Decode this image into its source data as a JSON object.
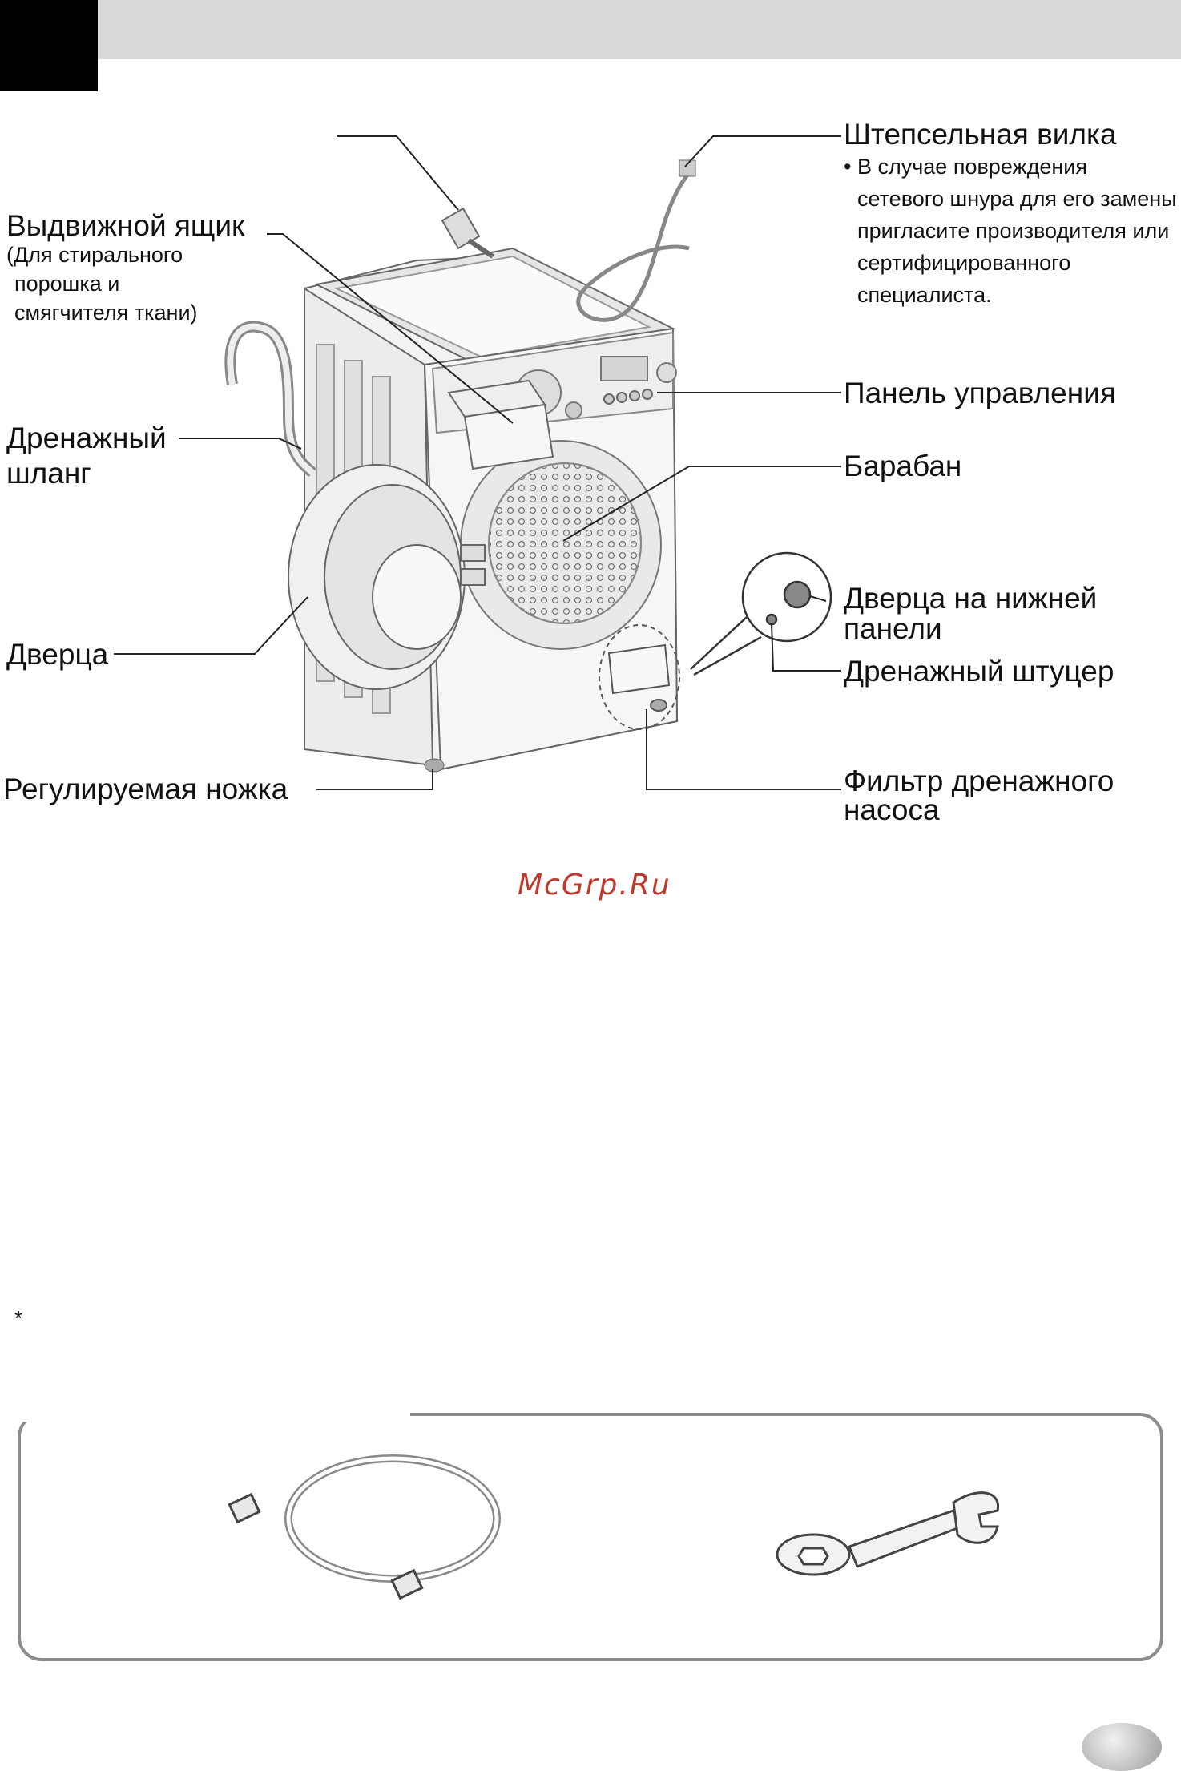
{
  "labels": {
    "plug_title": "Штепсельная вилка",
    "plug_note_1": "• В случае повреждения",
    "plug_note_2": "сетевого шнура для его замены",
    "plug_note_3": "пригласите производителя или",
    "plug_note_4": "сертифицированного",
    "plug_note_5": "специалиста.",
    "drawer_title": "Выдвижной ящик",
    "drawer_note_1": "(Для стирального",
    "drawer_note_2": "порошка и",
    "drawer_note_3": "смягчителя ткани)",
    "control_panel": "Панель управления",
    "drum": "Барабан",
    "drain_hose_1": "Дренажный",
    "drain_hose_2": "шланг",
    "door": "Дверца",
    "lower_panel_1": "Дверца на нижней",
    "lower_panel_2": "панели",
    "drain_nipple": "Дренажный штуцер",
    "leg": "Регулируемая ножка",
    "filter_1": "Фильтр дренажного",
    "filter_2": "насоса"
  },
  "watermark": "McGrp.Ru",
  "footnote_mark": "*"
}
